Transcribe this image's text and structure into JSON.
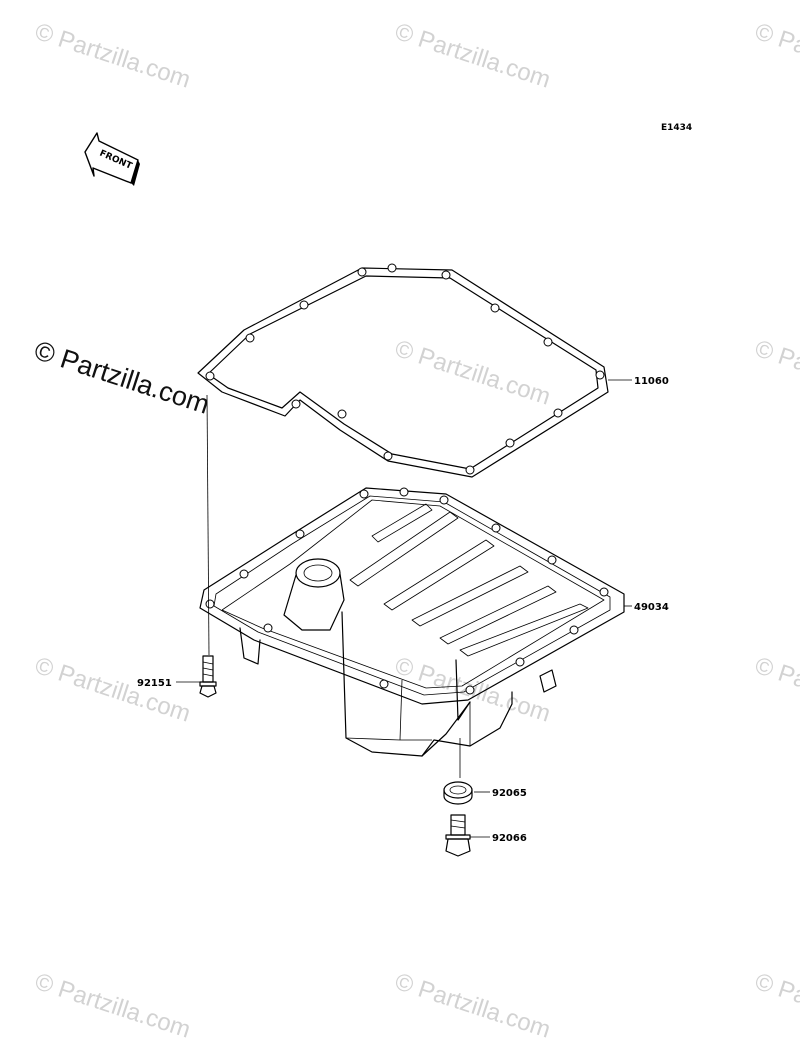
{
  "diagram": {
    "code": "E1434",
    "front_label": "FRONT",
    "parts": [
      {
        "id": "gasket",
        "number": "11060"
      },
      {
        "id": "oil-pan",
        "number": "49034"
      },
      {
        "id": "bolt",
        "number": "92151"
      },
      {
        "id": "washer",
        "number": "92065"
      },
      {
        "id": "drain-plug",
        "number": "92066"
      }
    ]
  },
  "watermark": {
    "text": "© Partzilla.com",
    "featured_text": "© Partzilla.com"
  }
}
